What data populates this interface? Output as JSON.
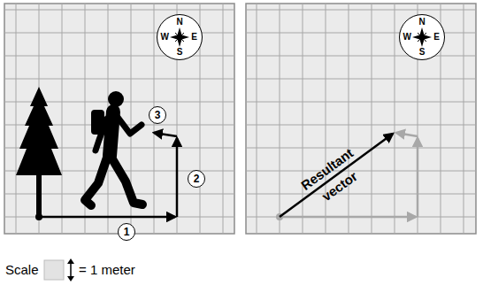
{
  "diagram": {
    "nodes": [
      {
        "text": [
          "N",
          "W",
          "E",
          "S"
        ]
      },
      {
        "text": [
          "3"
        ]
      },
      {
        "text": [
          "2"
        ]
      },
      {
        "text": [
          "1"
        ]
      },
      {
        "text": [
          "N",
          "W",
          "E",
          "S"
        ]
      }
    ],
    "labels": [
      "Resultant vector",
      "Scale",
      "= 1 meter"
    ]
  }
}
